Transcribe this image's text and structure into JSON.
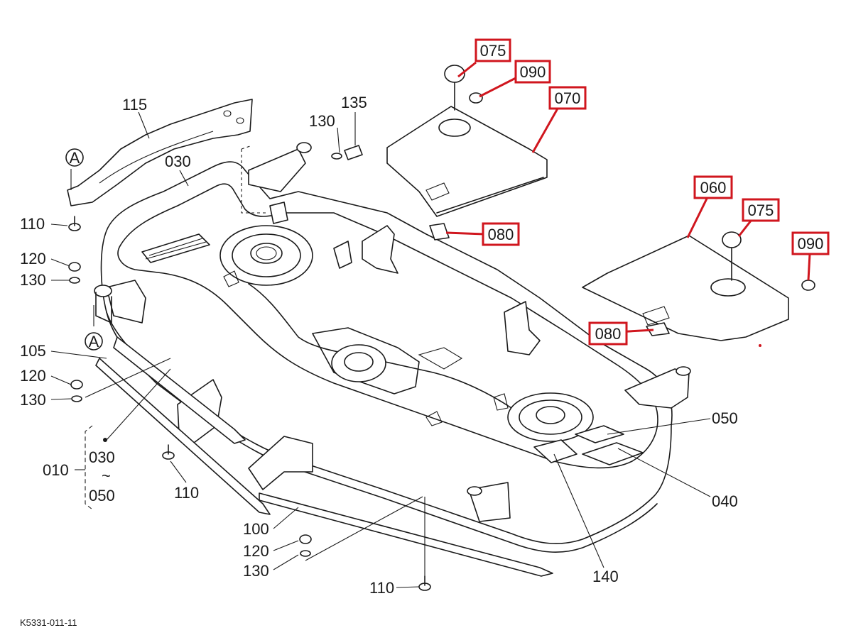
{
  "diagram": {
    "labels": {
      "l010": "010",
      "l030_bracket": "030",
      "l030": "030",
      "l040": "040",
      "l050": "050",
      "l050_bracket": "050",
      "tilde": "~",
      "l100": "100",
      "l105": "105",
      "l110_a": "110",
      "l110_b": "110",
      "l110_c": "110",
      "l115": "115",
      "l120_a": "120",
      "l120_b": "120",
      "l120_c": "120",
      "l130_a": "130",
      "l130_b": "130",
      "l130_c": "130",
      "l130_d": "130",
      "l135": "135",
      "l140": "140",
      "markA_top": "A",
      "markA_bottom": "A"
    },
    "highlighted_labels": {
      "h075_a": "075",
      "h090_a": "090",
      "h070": "070",
      "h060": "060",
      "h075_b": "075",
      "h090_b": "090",
      "h080_a": "080",
      "h080_b": "080"
    },
    "highlight_color": "#d0161e",
    "line_color": "#1a1a1a",
    "footer_code": "K5331-011-11"
  }
}
